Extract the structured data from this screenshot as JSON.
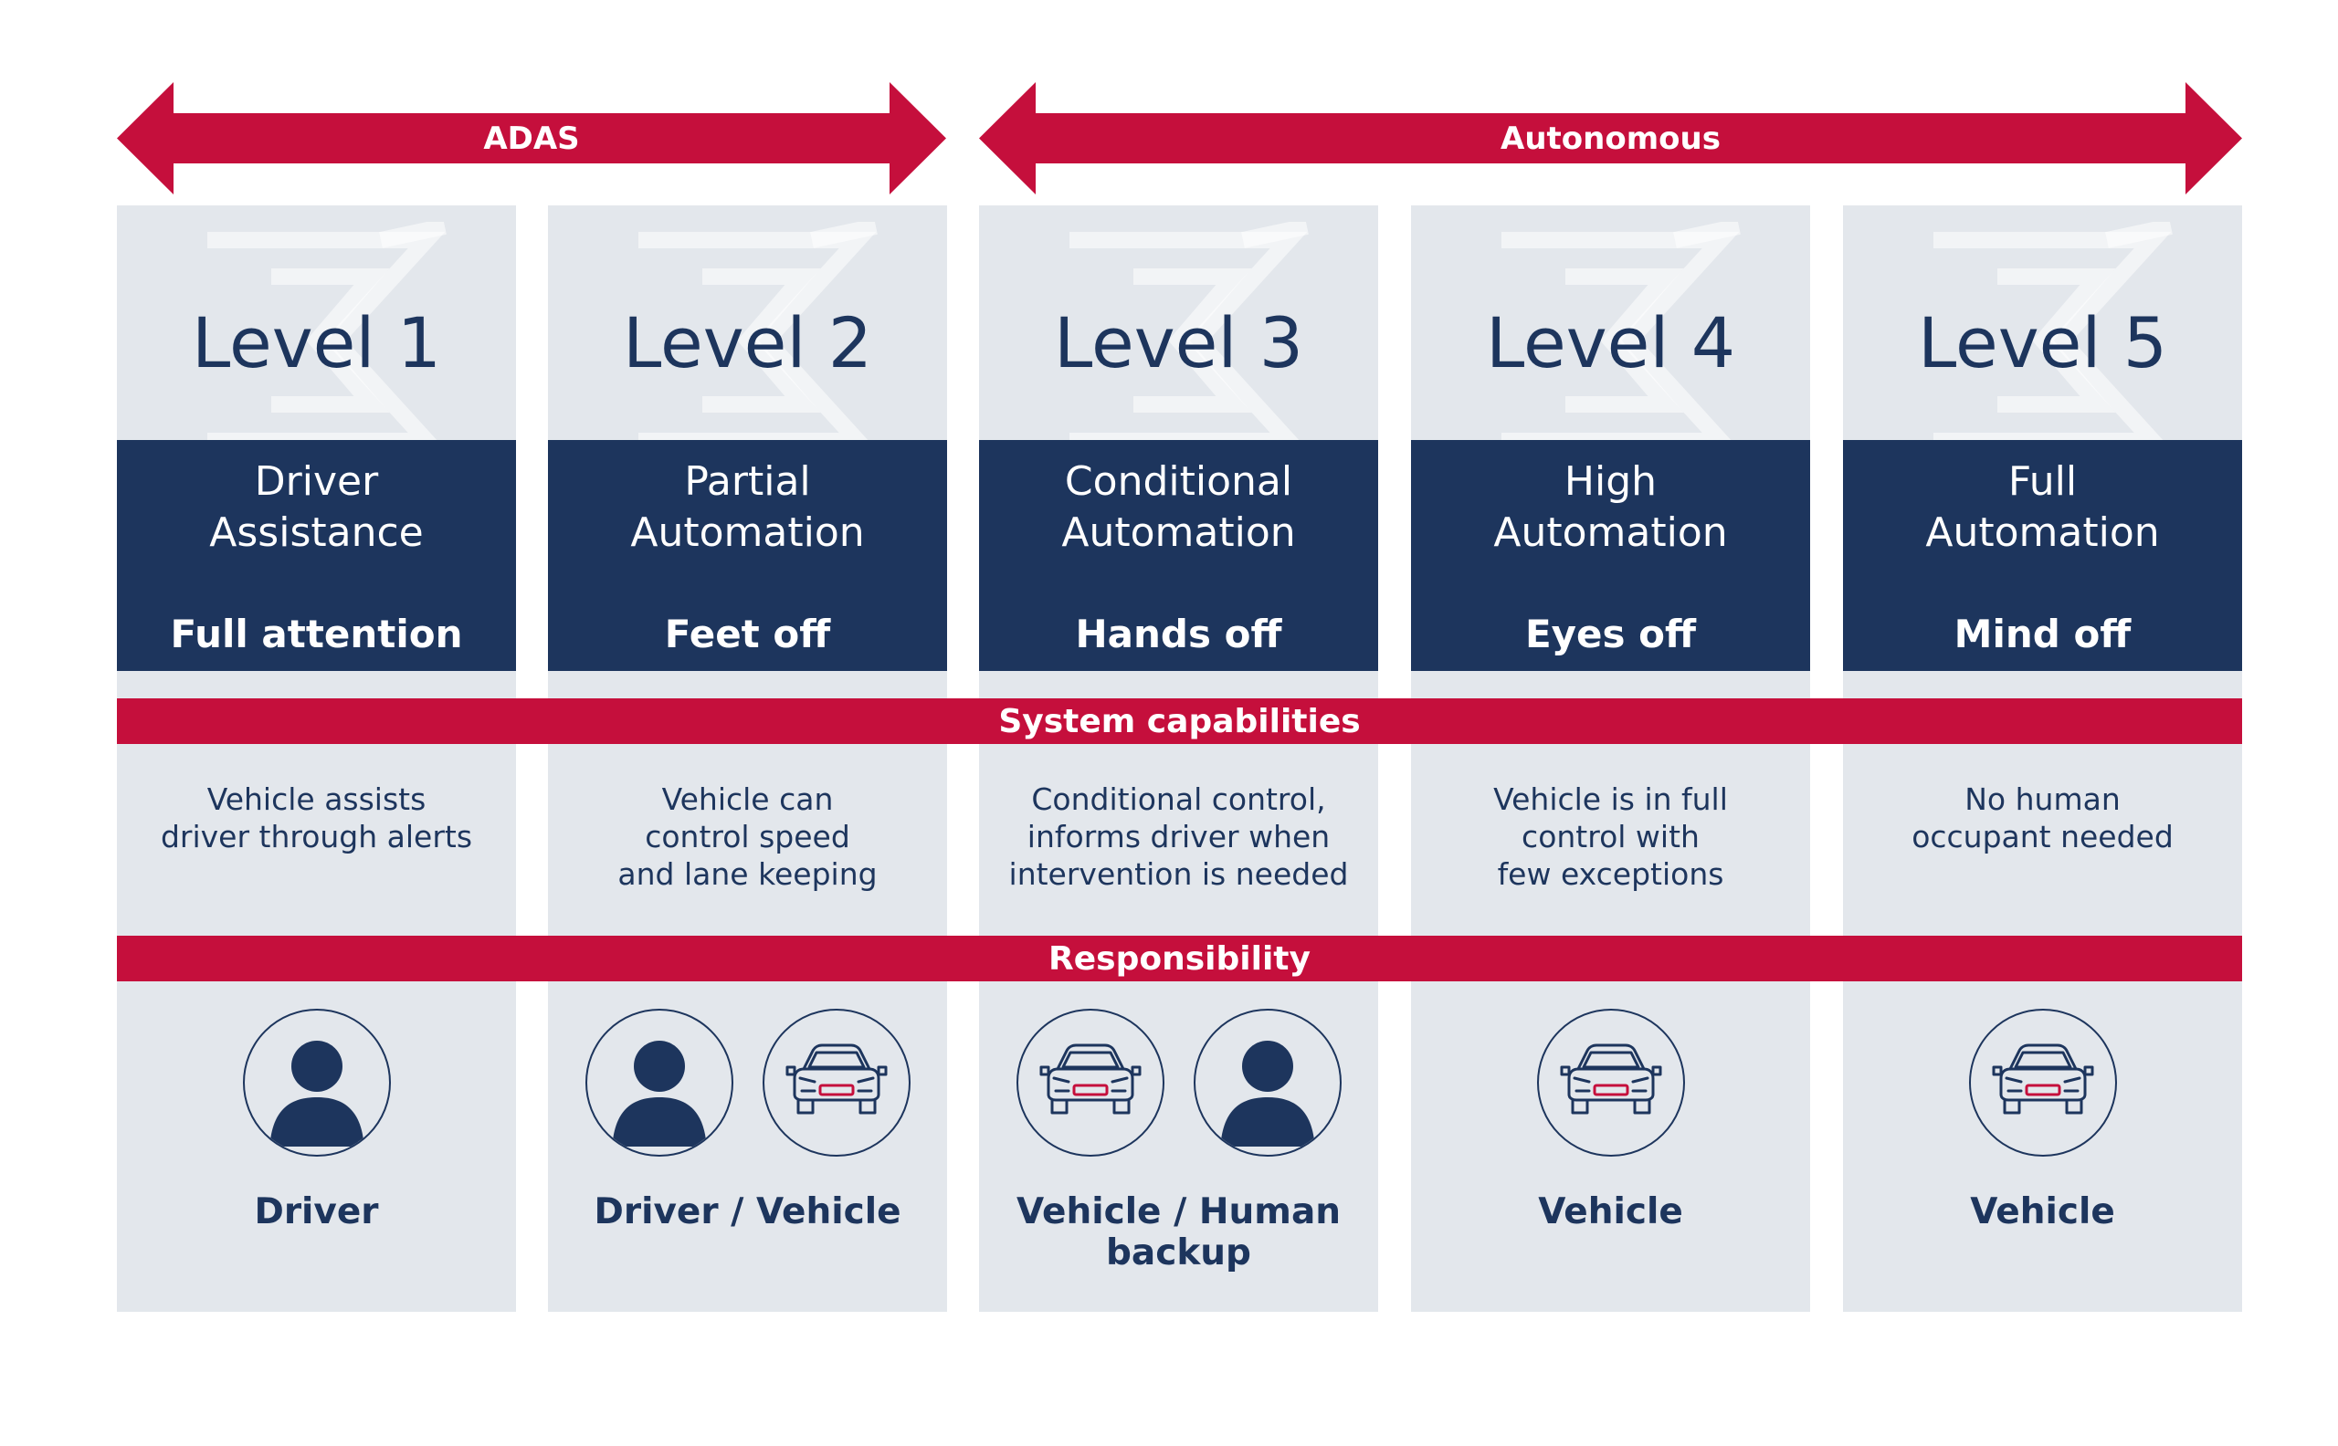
{
  "arrows": [
    {
      "label": "ADAS"
    },
    {
      "label": "Autonomous"
    }
  ],
  "bands": {
    "capabilities": "System capabilities",
    "responsibility": "Responsibility"
  },
  "levels": [
    {
      "title": "Level 1",
      "name": "Driver\nAssistance",
      "tag": "Full attention",
      "capability": "Vehicle assists\ndriver through alerts",
      "responsibility": "Driver",
      "icons": [
        "person"
      ]
    },
    {
      "title": "Level 2",
      "name": "Partial\nAutomation",
      "tag": "Feet off",
      "capability": "Vehicle can\ncontrol speed\nand lane keeping",
      "responsibility": "Driver / Vehicle",
      "icons": [
        "person",
        "car"
      ]
    },
    {
      "title": "Level 3",
      "name": "Conditional\nAutomation",
      "tag": "Hands off",
      "capability": "Conditional control,\ninforms driver when\nintervention is needed",
      "responsibility": "Vehicle / Human\nbackup",
      "icons": [
        "car",
        "person"
      ]
    },
    {
      "title": "Level 4",
      "name": "High\nAutomation",
      "tag": "Eyes off",
      "capability": "Vehicle is in full\ncontrol with\nfew exceptions",
      "responsibility": "Vehicle",
      "icons": [
        "car"
      ]
    },
    {
      "title": "Level 5",
      "name": "Full\nAutomation",
      "tag": "Mind off",
      "capability": "No human\noccupant needed",
      "responsibility": "Vehicle",
      "icons": [
        "car"
      ]
    }
  ],
  "colors": {
    "navy": "#1d355d",
    "red": "#c50f3c",
    "panel": "#e3e7ec"
  }
}
